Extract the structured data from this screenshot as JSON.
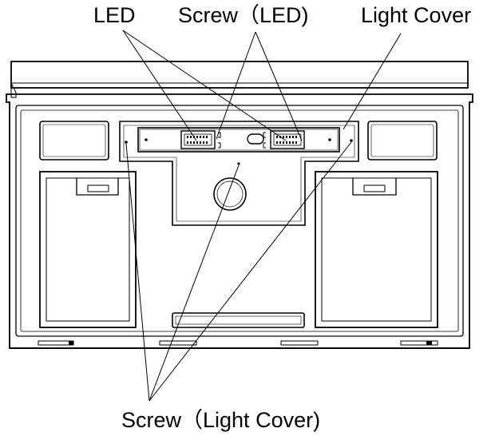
{
  "labels": {
    "led": "LED",
    "screw_led": "Screw（LED)",
    "light_cover": "Light Cover",
    "screw_light_cover": "Screw（Light Cover)"
  }
}
